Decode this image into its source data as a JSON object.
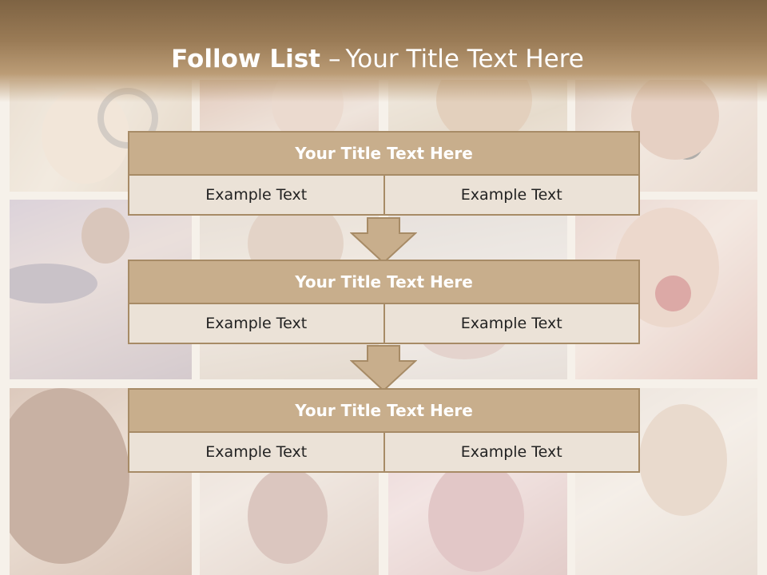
{
  "slide": {
    "title_bold": "Follow List",
    "title_dash": "–",
    "title_rest": "Your Title Text Here"
  },
  "steps": [
    {
      "title": "Your Title Text Here",
      "left": "Example Text",
      "right": "Example Text"
    },
    {
      "title": "Your Title Text Here",
      "left": "Example Text",
      "right": "Example Text"
    },
    {
      "title": "Your Title Text Here",
      "left": "Example Text",
      "right": "Example Text"
    }
  ],
  "colors": {
    "header": "#8a6d4b",
    "title_box": "#c8ae8c",
    "cell_box": "#ebe2d7",
    "border": "#a78b66"
  }
}
